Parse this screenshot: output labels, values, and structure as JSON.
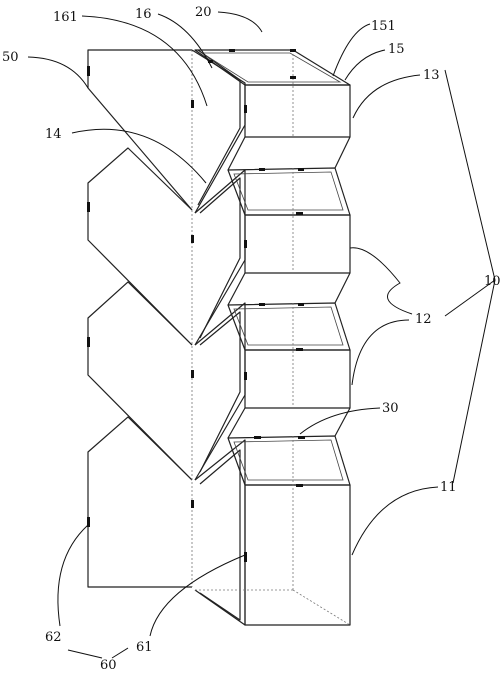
{
  "labels": {
    "l50": "50",
    "l161": "161",
    "l16": "16",
    "l20": "20",
    "l151": "151",
    "l15": "15",
    "l13": "13",
    "l14": "14",
    "l10": "10",
    "l12": "12",
    "l30": "30",
    "l11": "11",
    "l62": "62",
    "l61": "61",
    "l60": "60"
  }
}
